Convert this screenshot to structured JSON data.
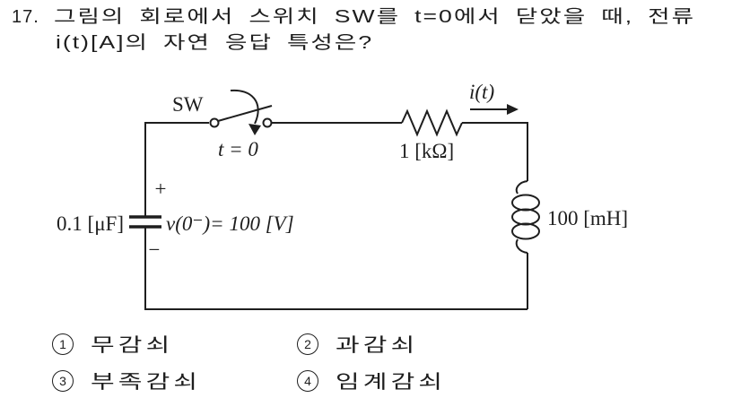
{
  "question": {
    "number": "17.",
    "text_line1": "그림의 회로에서 스위치 SW를 t=0에서 닫았을 때, 전류",
    "text_line2": "i(t)[A]의 자연 응답 특성은?"
  },
  "circuit": {
    "switch_name": "SW",
    "switch_time": "t = 0",
    "current_label": "i(t)",
    "resistor_value": "1 [kΩ]",
    "capacitor_value": "0.1 [μF]",
    "polarity_plus": "+",
    "polarity_minus": "−",
    "initial_condition": "v(0⁻)= 100 [V]",
    "inductor_value": "100 [mH]"
  },
  "options": [
    {
      "number": "1",
      "label": "무감쇠"
    },
    {
      "number": "2",
      "label": "과감쇠"
    },
    {
      "number": "3",
      "label": "부족감쇠"
    },
    {
      "number": "4",
      "label": "임계감쇠"
    }
  ],
  "colors": {
    "ink": "#1e1e1e",
    "background": "#ffffff"
  }
}
